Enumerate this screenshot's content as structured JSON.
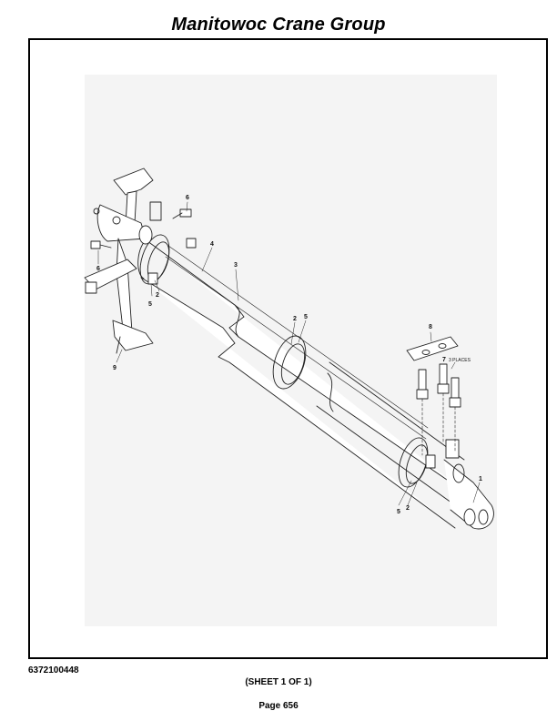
{
  "header": {
    "title": "Manitowoc Crane Group"
  },
  "drawing": {
    "callouts": {
      "c1": "1",
      "c2a": "2",
      "c2b": "2",
      "c2c": "2",
      "c3": "3",
      "c4": "4",
      "c5a": "5",
      "c5b": "5",
      "c5c": "5",
      "c6a": "6",
      "c6b": "6",
      "c7": "7",
      "c7_note": "3 PLACES",
      "c8": "8",
      "c9": "9"
    }
  },
  "footer": {
    "part_number": "6372100448",
    "sheet": "(SHEET 1 OF 1)",
    "page": "Page 656"
  }
}
